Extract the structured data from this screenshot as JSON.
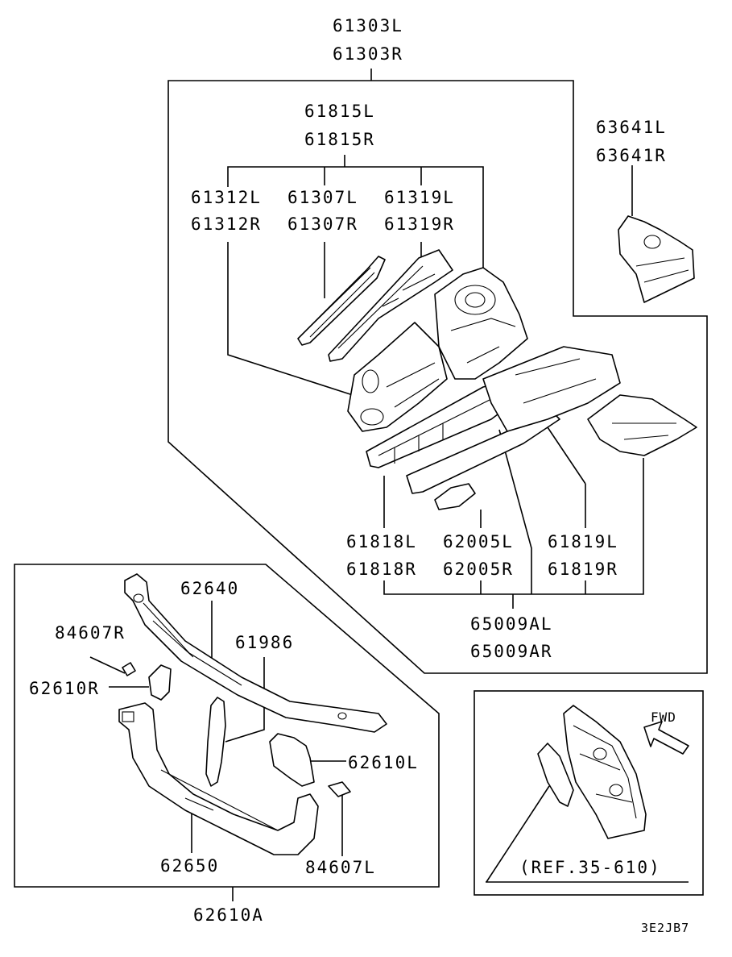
{
  "labels": {
    "p61303": [
      "61303L",
      "61303R"
    ],
    "p61815": [
      "61815L",
      "61815R"
    ],
    "p61312": [
      "61312L",
      "61312R"
    ],
    "p61307": [
      "61307L",
      "61307R"
    ],
    "p61319": [
      "61319L",
      "61319R"
    ],
    "p63641": [
      "63641L",
      "63641R"
    ],
    "p61818": [
      "61818L",
      "61818R"
    ],
    "p62005": [
      "62005L",
      "62005R"
    ],
    "p61819": [
      "61819L",
      "61819R"
    ],
    "p65009": [
      "65009AL",
      "65009AR"
    ],
    "p62640": "62640",
    "p84607R": "84607R",
    "p61986": "61986",
    "p62610R": "62610R",
    "p62610L": "62610L",
    "p62650": "62650",
    "p84607L": "84607L",
    "p62610A": "62610A",
    "ref": "(REF.35-610)",
    "fwd": "FWD",
    "code": "3E2JB7"
  }
}
